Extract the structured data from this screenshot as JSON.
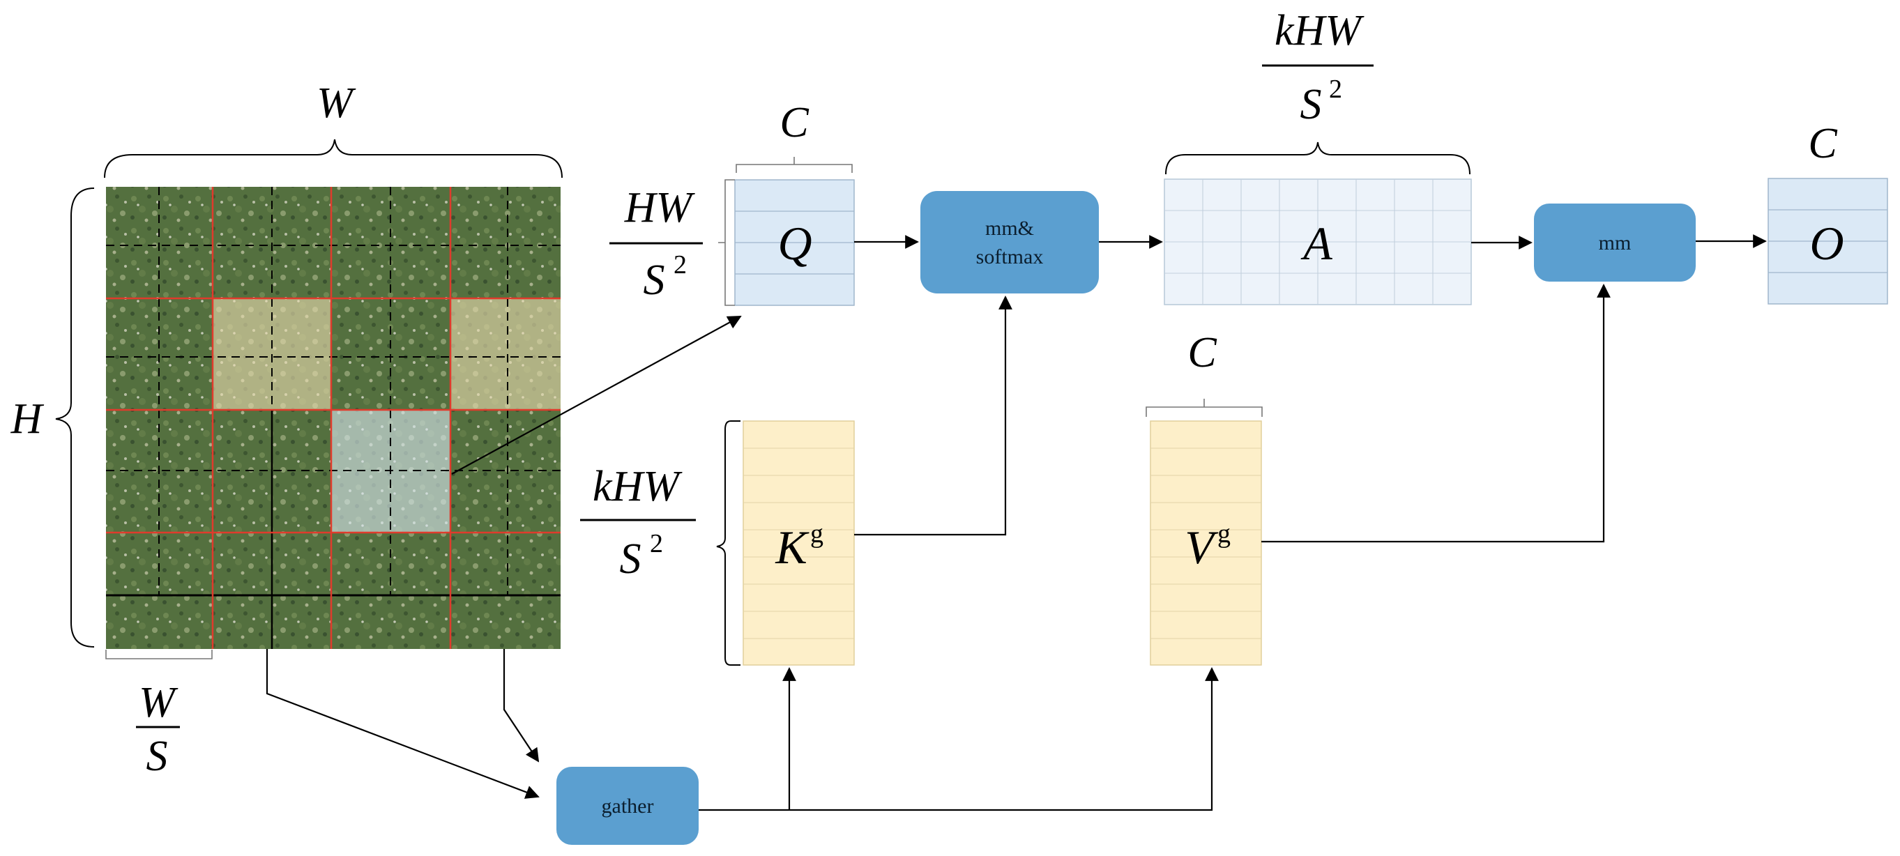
{
  "ops": {
    "mm_softmax_line1": "mm&",
    "mm_softmax_line2": "softmax",
    "mm": "mm",
    "gather": "gather"
  },
  "tensors": {
    "q": "Q",
    "a": "A",
    "o": "O",
    "k_base": "K",
    "k_sup": "g",
    "v_base": "V",
    "v_sup": "g"
  },
  "dims": {
    "w": "W",
    "h": "H",
    "c": "C",
    "hw": "HW",
    "khw": "kHW",
    "s_base": "S",
    "s_sup": "2",
    "s": "S"
  },
  "colors": {
    "op_box": "#5b9fd0",
    "q_fill": "#dbe9f6",
    "a_fill": "#edf3fa",
    "o_fill": "#dbe9f6",
    "kv_fill": "#fdefc9",
    "window_line": "#e03b2c",
    "patch_line": "#000000",
    "grass_dark": "#4f6b3c",
    "grass_light": "#7a8e5a"
  },
  "icons": {
    "aerial_image": "grass-aerial-image"
  }
}
